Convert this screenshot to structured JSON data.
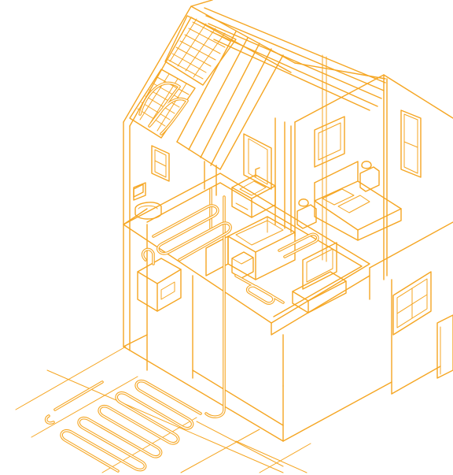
{
  "diagram": {
    "subject": "isometric-house-cutaway",
    "line_color": "#F5A623",
    "background": "#FFFFFF",
    "components": [
      "solar-panels",
      "roof",
      "boiler",
      "floor-heating-pipes",
      "bathroom-sink",
      "bed",
      "television",
      "sofa",
      "windows",
      "outdoor-unit"
    ]
  }
}
